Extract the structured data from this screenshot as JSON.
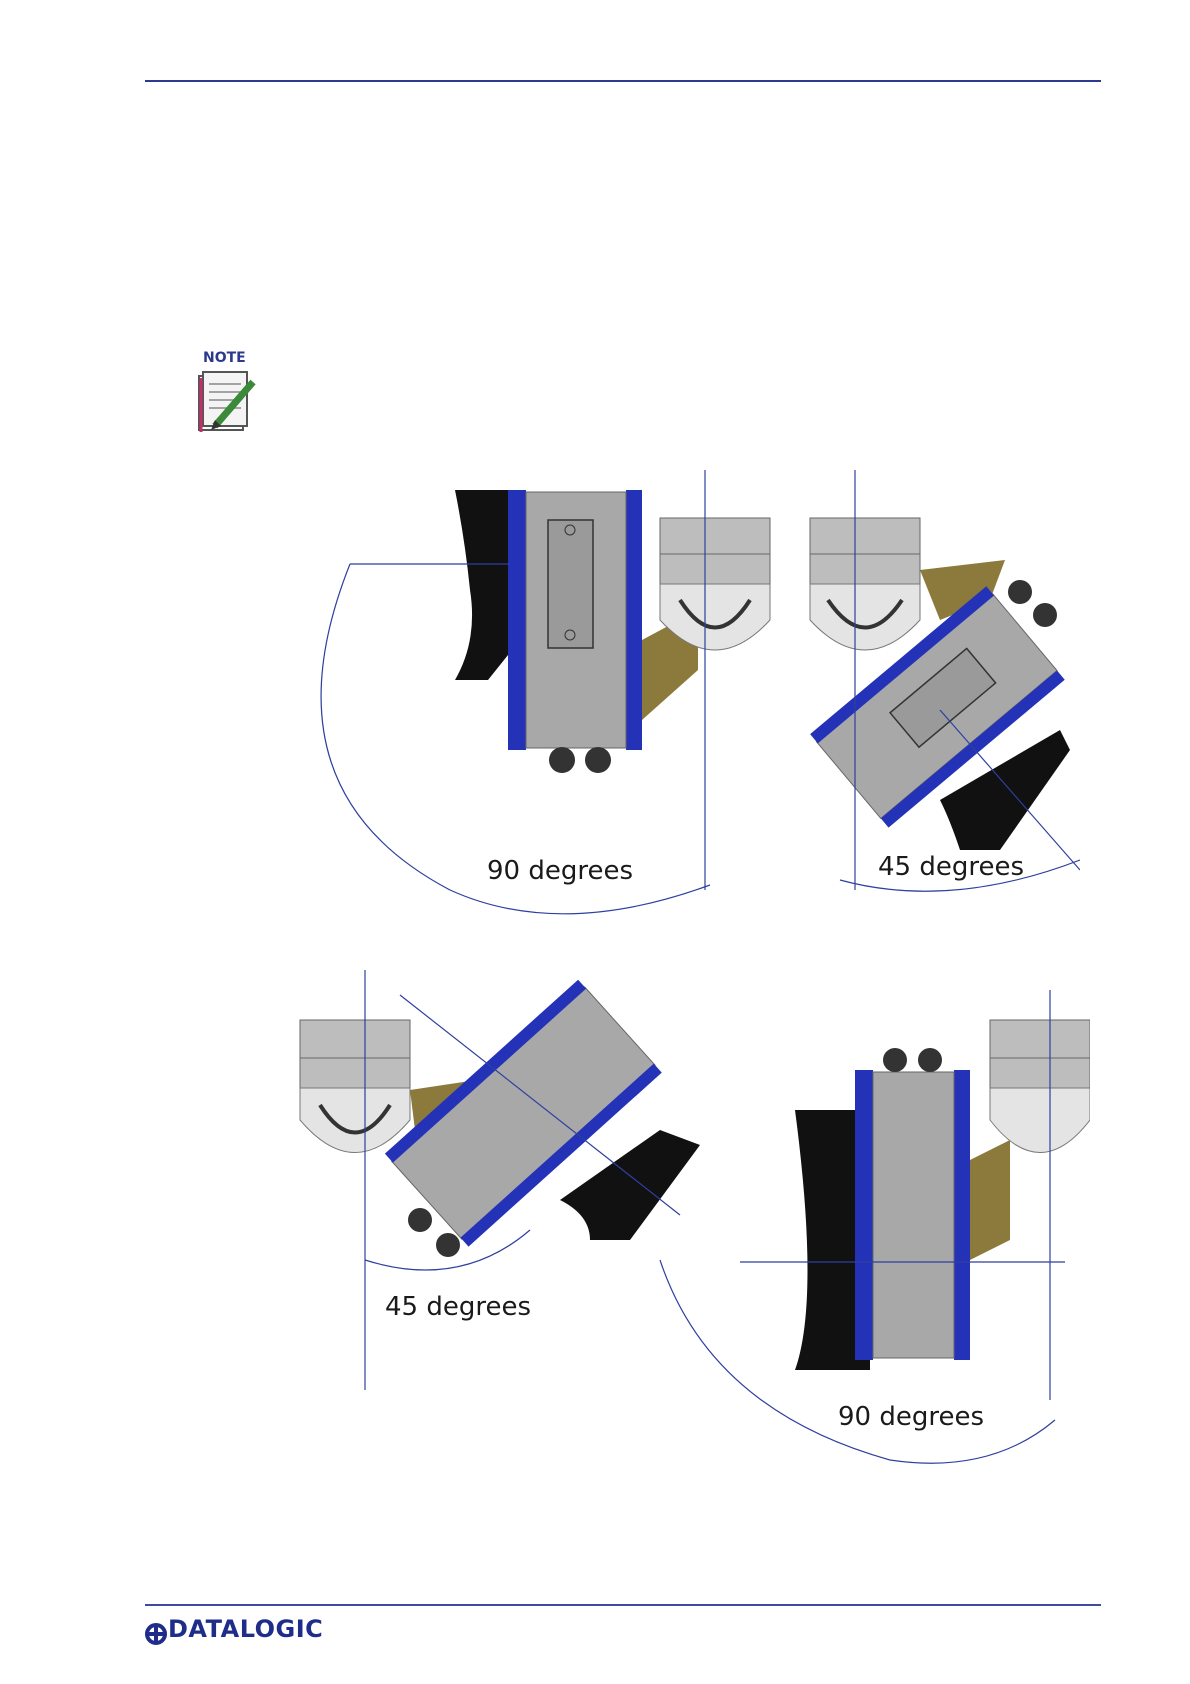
{
  "note": {
    "icon_label": "NOTE"
  },
  "figures": [
    {
      "angle_label": "90 degrees"
    },
    {
      "angle_label": "45 degrees"
    },
    {
      "angle_label": "45 degrees"
    },
    {
      "angle_label": "90 degrees"
    }
  ],
  "footer": {
    "brand": "DATALOGIC"
  },
  "colors": {
    "accent": "#2f3a8f",
    "housing": "#a8a8a8",
    "frame": "#2432b8",
    "bracket": "#8c7a3c"
  }
}
